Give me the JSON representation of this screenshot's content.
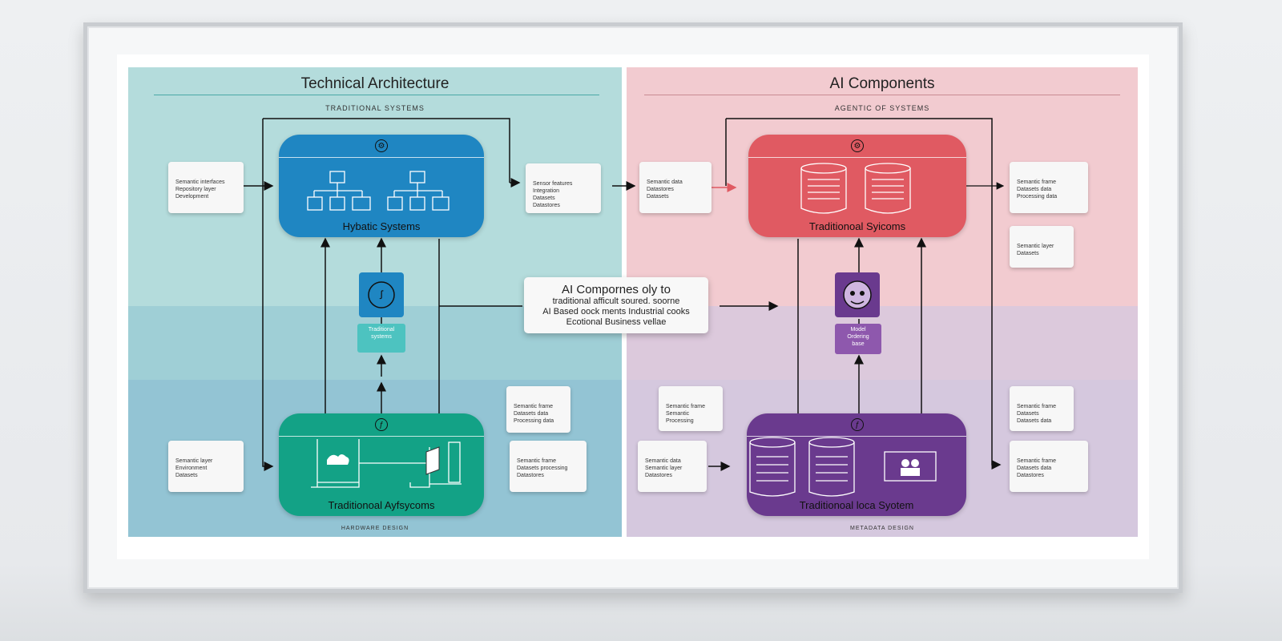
{
  "left": {
    "title": "Technical Architecture",
    "subtitle": "TRADITIONAL SYSTEMS",
    "footer": "HARDWARE DESIGN",
    "top_system": {
      "label": "Hybatic Systems",
      "color": "#1f86c2"
    },
    "bottom_system": {
      "label": "Traditionoal Ayfsycoms",
      "color": "#13a286"
    },
    "mid_label": [
      "Traditional",
      "systems"
    ],
    "cards": [
      [
        "Semantic interfaces",
        "Repository layer",
        "Development"
      ],
      [
        "Sensor features",
        "Integration",
        "Datasets",
        "Datastores"
      ],
      [
        "Semantic frame",
        "Datasets data",
        "Processing data"
      ],
      [
        "Semantic layer",
        "Environment",
        "Datasets"
      ],
      [
        "Semantic frame",
        "Datasets processing",
        "Datastores"
      ]
    ]
  },
  "right": {
    "title": "AI Components",
    "subtitle": "AGENTIC OF SYSTEMS",
    "footer": "METADATA DESIGN",
    "top_system": {
      "label": "Traditionoal Syicoms",
      "color": "#e05a62"
    },
    "bottom_system": {
      "label": "Traditionoal loca Syotem",
      "color": "#6a3a8e"
    },
    "mid_label": [
      "Model",
      "Ordering",
      "base"
    ],
    "cards": [
      [
        "Semantic data",
        "Datastores",
        "Datasets"
      ],
      [
        "Semantic frame",
        "Datasets data",
        "Processing data"
      ],
      [
        "Semantic layer",
        "Datasets"
      ],
      [
        "Semantic frame",
        "Semantic",
        "Processing"
      ],
      [
        "Semantic frame",
        "Datasets",
        "Datasets data"
      ],
      [
        "Semantic data",
        "Semantic layer",
        "Datastores"
      ],
      [
        "Semantic frame",
        "Datasets data",
        "Datastores"
      ]
    ]
  },
  "callout": {
    "heading": "AI Compornes oly to",
    "lines": [
      "traditional afficult soured. soorne",
      "AI Based oock ments Industrial cooks",
      "Ecotional Business vellae"
    ]
  },
  "colors": {
    "teal_bg": "#b4dcdc",
    "pink_bg": "#f2cbd0",
    "lavender_bg": "#d5c8de",
    "accent_red": "#e05a62"
  }
}
